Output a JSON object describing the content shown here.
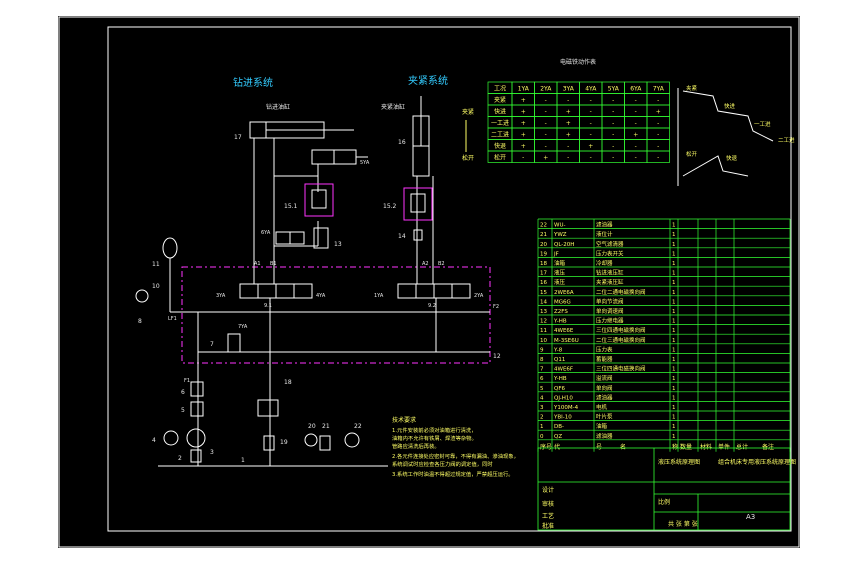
{
  "titles": {
    "drill_system": "钻进系统",
    "clamp_system": "夹紧系统",
    "drill_cyl": "钻进油缸",
    "clamp_cyl": "夹紧油缸",
    "seq_table_title": "电磁铁动作表",
    "clamp_arrow": "夹紧",
    "release_arrow": "松开"
  },
  "seq_table": {
    "headers": [
      "工况",
      "1YA",
      "2YA",
      "3YA",
      "4YA",
      "5YA",
      "6YA",
      "7YA"
    ],
    "rows": [
      [
        "夹紧",
        "+",
        "-",
        "-",
        "-",
        "-",
        "-",
        "-"
      ],
      [
        "快进",
        "+",
        "-",
        "+",
        "-",
        "-",
        "-",
        "+"
      ],
      [
        "一工进",
        "+",
        "-",
        "+",
        "-",
        "-",
        "-",
        "-"
      ],
      [
        "二工进",
        "+",
        "-",
        "+",
        "-",
        "-",
        "+",
        "-"
      ],
      [
        "快退",
        "+",
        "-",
        "-",
        "+",
        "-",
        "-",
        "-"
      ],
      [
        "松开",
        "-",
        "+",
        "-",
        "-",
        "-",
        "-",
        "-"
      ]
    ]
  },
  "cycle": {
    "clamp": "夹紧",
    "fast_in": "快进",
    "work1": "一工进",
    "work2": "二工进",
    "fast_back": "快退",
    "release": "松开"
  },
  "labels": {
    "n17": "17",
    "n16": "16",
    "n15_1": "15.1",
    "n15_2": "15.2",
    "n14": "14",
    "n13": "13",
    "n11": "11",
    "n10": "10",
    "n8": "8",
    "n6": "6",
    "n5": "5",
    "n4": "4",
    "n3": "3",
    "n2": "2",
    "n1": "1",
    "n7": "7",
    "n9_1": "9.1",
    "n9_2": "9.2",
    "n12": "12",
    "n18": "18",
    "n19": "19",
    "n20": "20",
    "n21": "21",
    "n22": "22",
    "ya5": "5YA",
    "ya6": "6YA",
    "ya7": "7YA",
    "ya3": "3YA",
    "ya4": "4YA",
    "ya1": "1YA",
    "ya2": "2YA",
    "f1": "F1",
    "f2": "F2",
    "lf1": "LF1",
    "a1": "A1",
    "b1": "B1",
    "a2": "A2",
    "b2": "B2"
  },
  "notes": {
    "head": "技术要求",
    "l1": "1.元件安装前必须对油箱进行清洗，",
    "l2": "  油箱内不允许有铁屑、焊渣等杂物。",
    "l3": "  管路应清洗后再装。",
    "l4": "2.各元件连接处应密封可靠，不得有漏油、渗油现象，",
    "l5": "  系统调试时应检查各压力阀的调定值，同时",
    "l6": "3.系统工作时油温不得超过规定值，严禁超压运行。"
  },
  "parts": [
    [
      "22",
      "WU-",
      "滤油器",
      "1",
      ""
    ],
    [
      "21",
      "YWZ",
      "液位计",
      "1",
      ""
    ],
    [
      "20",
      "QL-20H",
      "空气滤清器",
      "1",
      ""
    ],
    [
      "19",
      "JF",
      "压力表开关",
      "1",
      ""
    ],
    [
      "18",
      "油箱",
      "冷却器",
      "1",
      ""
    ],
    [
      "17",
      "液压",
      "钻进液压缸",
      "1",
      ""
    ],
    [
      "16",
      "液压",
      "夹紧液压缸",
      "1",
      ""
    ],
    [
      "15",
      "2WE6A",
      "二位二通电磁换向阀",
      "1",
      ""
    ],
    [
      "14",
      "MG6G",
      "单向节流阀",
      "1",
      ""
    ],
    [
      "13",
      "Z2FS",
      "单向调速阀",
      "1",
      ""
    ],
    [
      "12",
      "Y-HB",
      "压力继电器",
      "1",
      ""
    ],
    [
      "11",
      "4WE6E",
      "三位四通电磁换向阀",
      "1",
      ""
    ],
    [
      "10",
      "M-3SE6U",
      "二位三通电磁换向阀",
      "1",
      ""
    ],
    [
      "9",
      "Y-8",
      "压力表",
      "1",
      ""
    ],
    [
      "8",
      "Q11",
      "蓄能器",
      "1",
      ""
    ],
    [
      "7",
      "4WE6F",
      "三位四通电磁换向阀",
      "1",
      ""
    ],
    [
      "6",
      "Y-HB",
      "溢流阀",
      "1",
      ""
    ],
    [
      "5",
      "QF6",
      "单向阀",
      "1",
      ""
    ],
    [
      "4",
      "QJ-H10",
      "滤油器",
      "1",
      ""
    ],
    [
      "3",
      "Y100M-4",
      "电机",
      "1",
      ""
    ],
    [
      "2",
      "YBI-10",
      "叶片泵",
      "1",
      ""
    ],
    [
      "1",
      "DB-",
      "油箱",
      "1",
      ""
    ],
    [
      "0",
      "QZ",
      "滤油器",
      "1",
      ""
    ]
  ],
  "parts_header": [
    "序号",
    "代",
    "号",
    "名",
    "称",
    "数量",
    "材料",
    "单件",
    "总计",
    "备注"
  ],
  "title_block": {
    "drawing_name": "液压系统原理图",
    "machine": "组合机床专用液压系统原理图",
    "scale_label": "比例",
    "sheet_size": "A3",
    "design": "设计",
    "check": "审核",
    "process": "工艺",
    "approve": "批准",
    "school": "共 张 第 张"
  }
}
